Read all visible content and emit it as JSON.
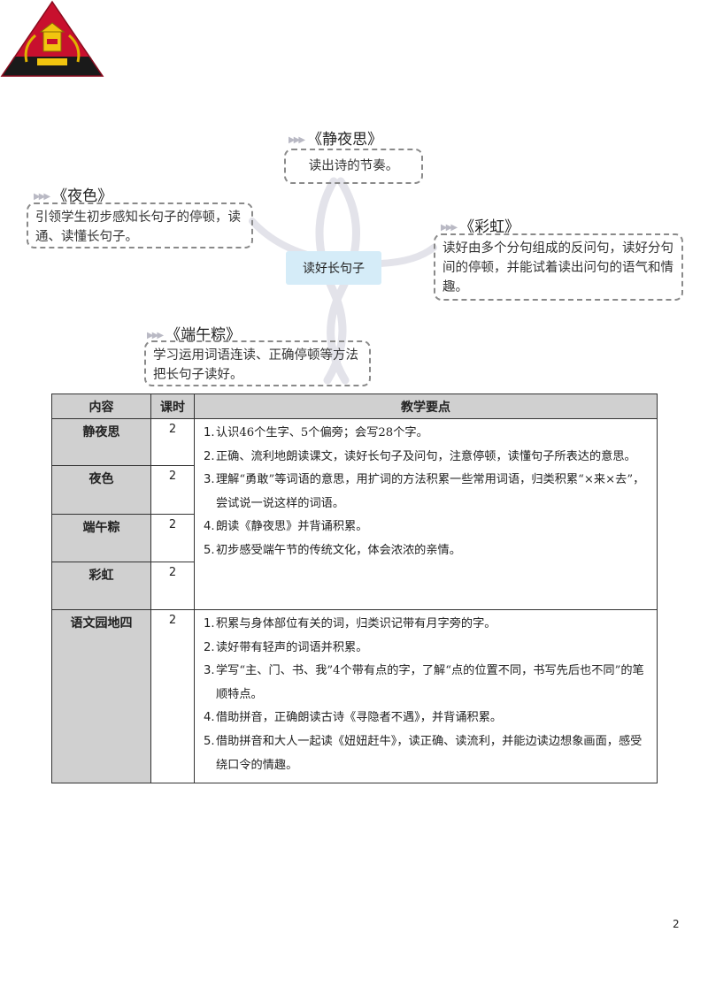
{
  "mindmap": {
    "center": "读好长句子",
    "lessons": [
      {
        "title": "《静夜思》",
        "desc": "读出诗的节奏。"
      },
      {
        "title": "《夜色》",
        "desc": "引领学生初步感知长句子的停顿，读通、读懂长句子。"
      },
      {
        "title": "《彩虹》",
        "desc": "读好由多个分句组成的反问句，读好分句间的停顿，并能试着读出问句的语气和情趣。"
      },
      {
        "title": "《端午粽》",
        "desc": "学习运用词语连读、正确停顿等方法把长句子读好。"
      }
    ]
  },
  "table": {
    "headers": [
      "内容",
      "课时",
      "教学要点"
    ],
    "group1": {
      "rows": [
        {
          "lesson": "静夜思",
          "hours": "2"
        },
        {
          "lesson": "夜色",
          "hours": "2"
        },
        {
          "lesson": "端午粽",
          "hours": "2"
        },
        {
          "lesson": "彩虹",
          "hours": "2"
        }
      ],
      "points": [
        {
          "num": "1.",
          "text": "认识46个生字、5个偏旁；会写28个字。"
        },
        {
          "num": "2.",
          "text": "正确、流利地朗读课文，读好长句子及问句，注意停顿，读懂句子所表达的意思。"
        },
        {
          "num": "3.",
          "text": "理解“勇敢”等词语的意思，用扩词的方法积累一些常用词语，归类积累“×来×去”，尝试说一说这样的词语。"
        },
        {
          "num": "4.",
          "text": "朗读《静夜思》并背诵积累。"
        },
        {
          "num": "5.",
          "text": "初步感受端午节的传统文化，体会浓浓的亲情。"
        }
      ]
    },
    "group2": {
      "lesson": "语文园地四",
      "hours": "2",
      "points": [
        {
          "num": "1.",
          "text": "积累与身体部位有关的词，归类识记带有月字旁的字。"
        },
        {
          "num": "2.",
          "text": "读好带有轻声的词语并积累。"
        },
        {
          "num": "3.",
          "text": "学写“主、门、书、我”4个带有点的字，了解“点的位置不同，书写先后也不同”的笔顺特点。"
        },
        {
          "num": "4.",
          "text": "借助拼音，正确朗读古诗《寻隐者不遇》，并背诵积累。"
        },
        {
          "num": "5.",
          "text": "借助拼音和大人一起读《妞妞赶牛》，读正确、读流利，并能边读边想象画面，感受绕口令的情趣。"
        }
      ]
    }
  },
  "page_number": "2",
  "colors": {
    "accent": "#d5ecf8",
    "header_gray": "#d0d0d0",
    "logo_red": "#c8102e"
  }
}
